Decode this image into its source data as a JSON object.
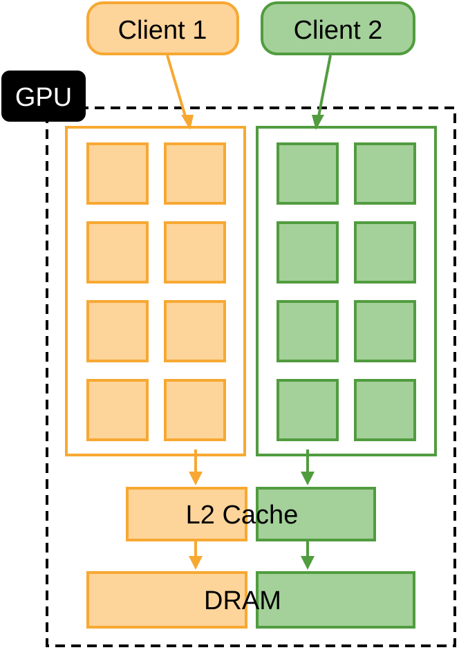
{
  "clients": [
    {
      "label": "Client 1",
      "stroke": "#F7A832",
      "fill": "#FDD49A"
    },
    {
      "label": "Client 2",
      "stroke": "#519C3F",
      "fill": "#A4D09A"
    }
  ],
  "gpu": {
    "label": "GPU",
    "border_color": "#000000",
    "label_bg": "#000000",
    "label_color": "#ffffff"
  },
  "sm_grid": {
    "rows": 4,
    "cols": 2
  },
  "l2_cache": {
    "label": "L2 Cache"
  },
  "dram": {
    "label": "DRAM"
  }
}
